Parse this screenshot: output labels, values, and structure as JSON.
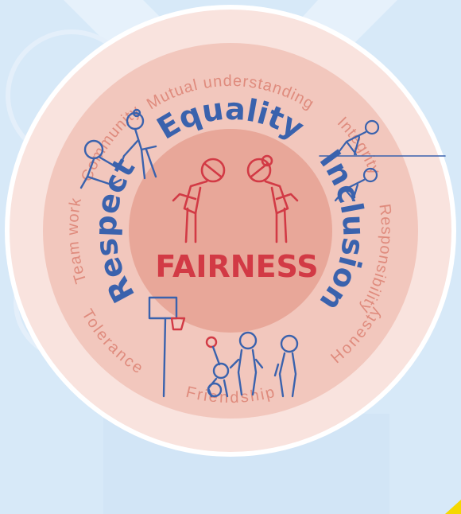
{
  "center": {
    "title": "FAIRNESS"
  },
  "middle_ring": {
    "equality": "Equality",
    "respect": "Respect",
    "inclusion": "Inclusion"
  },
  "outer_ring": {
    "mutual_understanding": "Mutual understanding",
    "integrity": "Integrity",
    "responsibility": "Responsibility",
    "honesty": "Honesty",
    "friendship": "Friendship",
    "tolerance": "Tolerance",
    "team_work": "Team work",
    "community": "Community"
  },
  "colors": {
    "background": "#d7e9f8",
    "outer_ring": "#f9e3de",
    "middle_ring": "#f2c7bd",
    "inner_circle": "#e8a799",
    "red": "#d23a45",
    "blue": "#3a62ad",
    "salmon": "#df8b7d"
  }
}
